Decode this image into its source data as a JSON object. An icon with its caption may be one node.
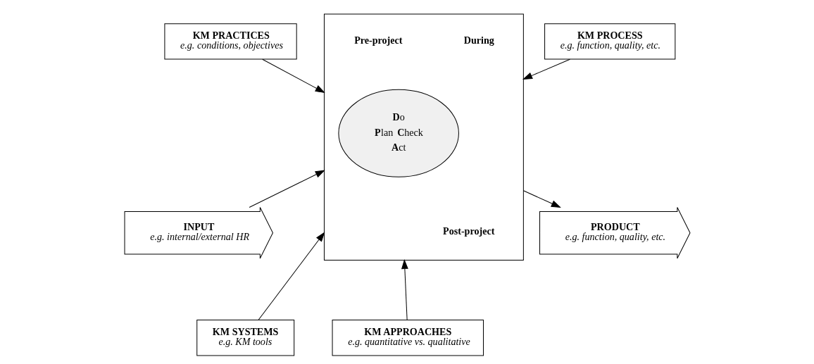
{
  "diagram": {
    "nodes": [
      {
        "text": [
          "KM PRACTICES",
          "e.g. conditions, objectives"
        ]
      },
      {
        "text": [
          "KM PROCESS",
          "e.g. function, quality, etc."
        ]
      },
      {
        "text": [
          "INPUT",
          "e.g. internal/external HR"
        ]
      },
      {
        "text": [],
        "shape": "box"
      },
      {
        "text": [
          "Pre-project"
        ],
        "in": 3
      },
      {
        "text": [
          "During"
        ],
        "in": 3
      },
      {
        "text": [
          "**D**o",
          "**P**lan",
          "**C**heck",
          "**A**ct"
        ],
        "in": 3
      },
      {
        "text": [
          "Post-project"
        ],
        "in": 3
      },
      {
        "text": [
          "PRODUCT",
          "e.g. function, quality, etc."
        ]
      },
      {
        "text": [
          "KM SYSTEMS",
          "e.g. KM tools"
        ]
      },
      {
        "text": [
          "KM APPROACHES",
          "e.g. quantitative vs. qualitative"
        ]
      }
    ],
    "edges": [
      {
        "from": 0,
        "to": 3,
        "arrow": "to"
      },
      {
        "from": 1,
        "to": 3,
        "arrow": "to"
      },
      {
        "from": 2,
        "to": 3,
        "arrow": "to"
      },
      {
        "from": 3,
        "to": 8,
        "arrow": "to"
      },
      {
        "from": 9,
        "to": 3,
        "arrow": "to"
      },
      {
        "from": 10,
        "to": 3,
        "arrow": "to"
      }
    ]
  }
}
